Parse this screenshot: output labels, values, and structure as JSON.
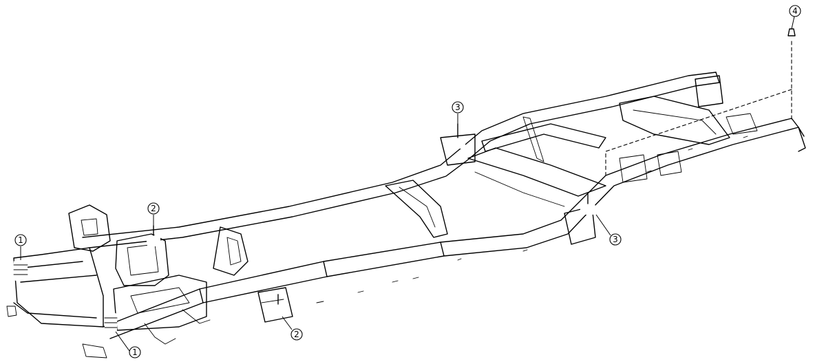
{
  "callouts": {
    "c1a": "1",
    "c1b": "1",
    "c2a": "2",
    "c2b": "2",
    "c3a": "3",
    "c3b": "3",
    "c4": "4"
  }
}
